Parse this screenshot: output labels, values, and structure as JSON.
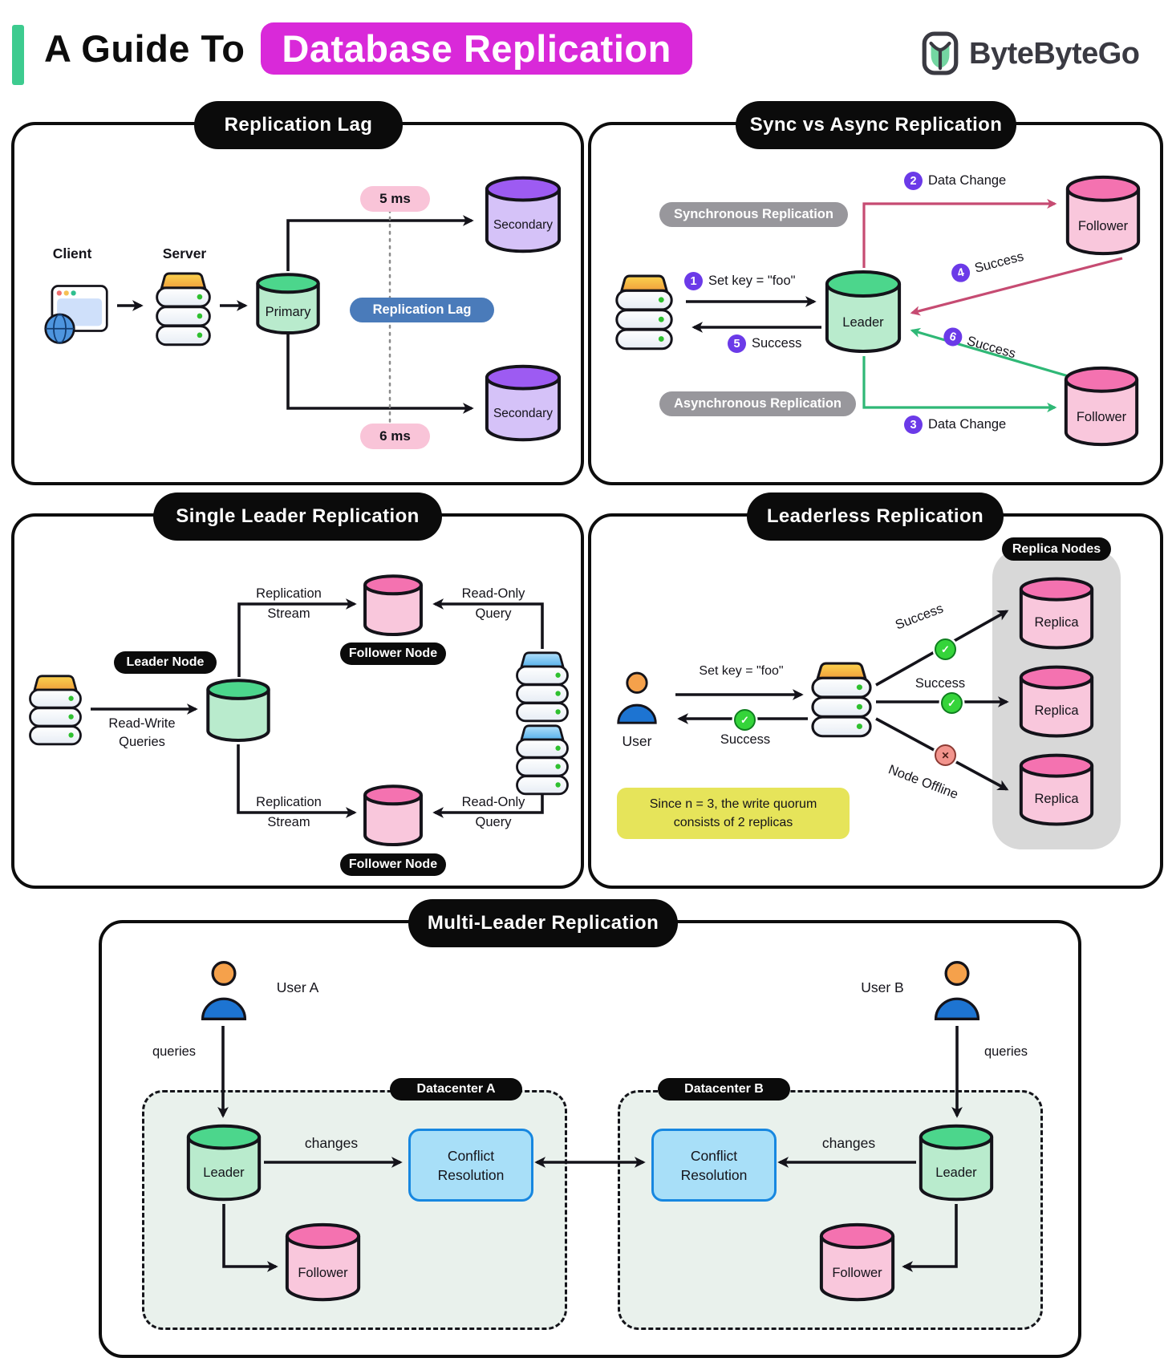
{
  "header": {
    "title_prefix": "A Guide To",
    "title_highlight": "Database Replication",
    "brand": "ByteByteGo"
  },
  "colors": {
    "accent_green": "#3dcb8f",
    "highlight_magenta": "#d929d9",
    "crimson_arrow": "#c64b72",
    "green_arrow": "#2fb876",
    "purple_badge": "#6b3ae8",
    "blue_pill": "#4a7bba",
    "yellow_note": "#e6e45a",
    "conflict_blue": "#a8dff8",
    "datacenter_mint": "#e9f1ec"
  },
  "replication_lag": {
    "title": "Replication Lag",
    "client_label": "Client",
    "server_label": "Server",
    "primary_label": "Primary",
    "secondary_label": "Secondary",
    "lag_top": "5 ms",
    "lag_bottom": "6 ms",
    "lag_badge": "Replication Lag"
  },
  "sync_async": {
    "title": "Sync vs Async Replication",
    "sync_badge": "Synchronous Replication",
    "async_badge": "Asynchronous Replication",
    "leader_label": "Leader",
    "follower_label": "Follower",
    "step1_num": "1",
    "step1_label": "Set key = \"foo\"",
    "step2_num": "2",
    "step2_label": "Data Change",
    "step3_num": "3",
    "step3_label": "Data Change",
    "step4_num": "4",
    "step4_label": "Success",
    "step5_num": "5",
    "step5_label": "Success",
    "step6_num": "6",
    "step6_label": "Success"
  },
  "single_leader": {
    "title": "Single Leader Replication",
    "leader_node_badge": "Leader Node",
    "follower_node_badge": "Follower Node",
    "read_write_line1": "Read-Write",
    "read_write_line2": "Queries",
    "replication_line1": "Replication",
    "replication_line2": "Stream",
    "read_only_line1": "Read-Only",
    "read_only_line2": "Query"
  },
  "leaderless": {
    "title": "Leaderless Replication",
    "user_label": "User",
    "set_key_label": "Set key = \"foo\"",
    "success_label": "Success",
    "node_offline_label": "Node Offline",
    "replica_nodes_badge": "Replica Nodes",
    "replica_label": "Replica",
    "note_line1": "Since n = 3, the write quorum",
    "note_line2": "consists of 2 replicas"
  },
  "multi_leader": {
    "title": "Multi-Leader Replication",
    "user_a_label": "User A",
    "user_b_label": "User B",
    "queries_label": "queries",
    "datacenter_a_label": "Datacenter A",
    "datacenter_b_label": "Datacenter B",
    "leader_label": "Leader",
    "follower_label": "Follower",
    "changes_label": "changes",
    "conflict_line1": "Conflict",
    "conflict_line2": "Resolution"
  }
}
